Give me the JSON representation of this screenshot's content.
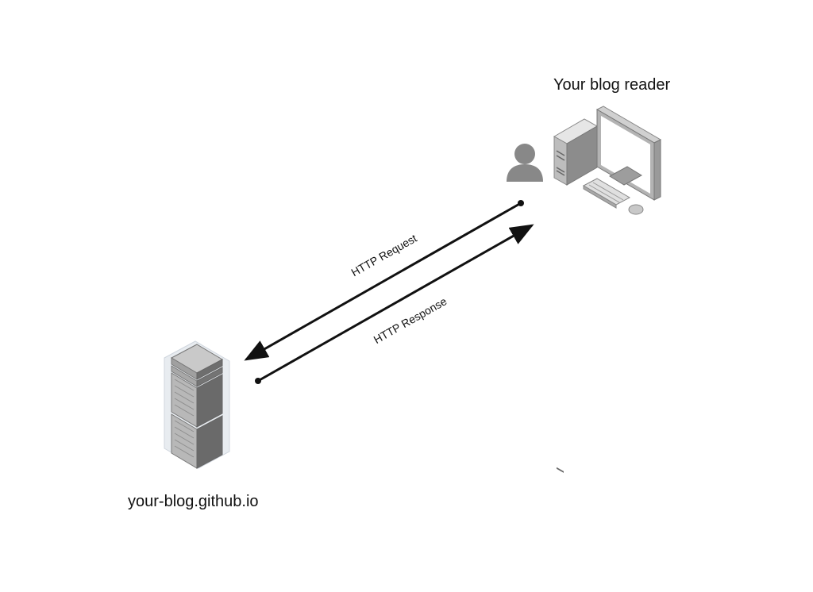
{
  "nodes": {
    "reader": {
      "label": "Your blog reader",
      "icons": [
        "user-icon",
        "desktop-computer-icon"
      ]
    },
    "server": {
      "label": "your-blog.github.io",
      "icons": [
        "server-rack-icon"
      ]
    }
  },
  "edges": {
    "request": {
      "label": "HTTP Request",
      "from": "reader",
      "to": "server"
    },
    "response": {
      "label": "HTTP Response",
      "from": "server",
      "to": "reader"
    }
  },
  "colors": {
    "line": "#111111",
    "icon_gray": "#888888",
    "icon_dark": "#555555",
    "icon_light": "#d9d9d9"
  }
}
